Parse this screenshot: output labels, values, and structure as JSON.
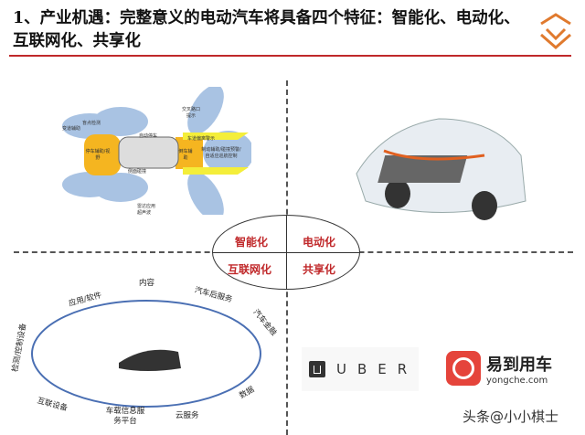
{
  "title": "1、产业机遇：完整意义的电动汽车将具备四个特征：智能化、电动化、互联网化、共享化",
  "quadrants": {
    "q1": "智能化",
    "q2": "电动化",
    "q3": "互联网化",
    "q4": "共享化"
  },
  "radar_labels": [
    "变道辅助",
    "盲点检测",
    "停车辅助/视野",
    "自动停车",
    "侧面碰撞",
    "倒车辅助",
    "车道偏离警示",
    "交叉路口提示",
    "制动辅助/碰撞预警/自适应巡航控制",
    "雷达应用",
    "超声波"
  ],
  "ecosystem": [
    "内容",
    "汽车后服务",
    "汽车金融",
    "数据",
    "云服务",
    "车载信息服务平台",
    "互联设备",
    "检测/控制设备",
    "应用/软件"
  ],
  "uber": {
    "text": "UBER"
  },
  "yongche": {
    "name": "易到用车",
    "domain": "yongche.com"
  },
  "watermark": "头条@小小棋士",
  "colors": {
    "accent": "#c0282a",
    "ellipse": "#4a6fb3",
    "radar": "#a9c3e3",
    "ultrasonic": "#f5b520"
  }
}
